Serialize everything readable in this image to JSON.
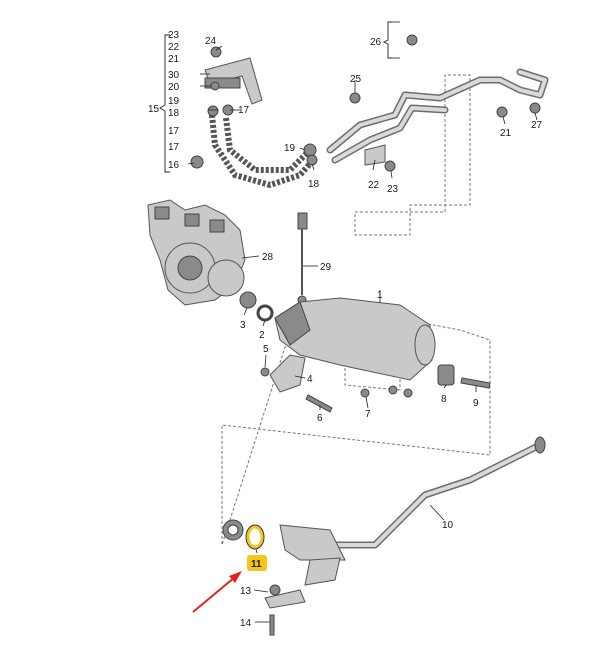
{
  "labels": {
    "l1": "1",
    "l2": "2",
    "l3": "3",
    "l4": "4",
    "l5": "5",
    "l6": "6",
    "l7": "7",
    "l8": "8",
    "l9": "9",
    "l10": "10",
    "l11": "11",
    "l13": "13",
    "l14": "14",
    "l15": "15",
    "l16": "16",
    "l17a": "17",
    "l17b": "17",
    "l17c": "17",
    "l18a": "18",
    "l18b": "18",
    "l19a": "19",
    "l19b": "19",
    "l20": "20",
    "l21a": "21",
    "l21b": "21",
    "l22a": "22",
    "l22b": "22",
    "l23a": "23",
    "l23b": "23",
    "l24": "24",
    "l25": "25",
    "l26": "26",
    "l27": "27",
    "l28": "28",
    "l29": "29",
    "l30": "30"
  },
  "colors": {
    "highlight": "#f5c518",
    "arrow": "#e2231a"
  }
}
